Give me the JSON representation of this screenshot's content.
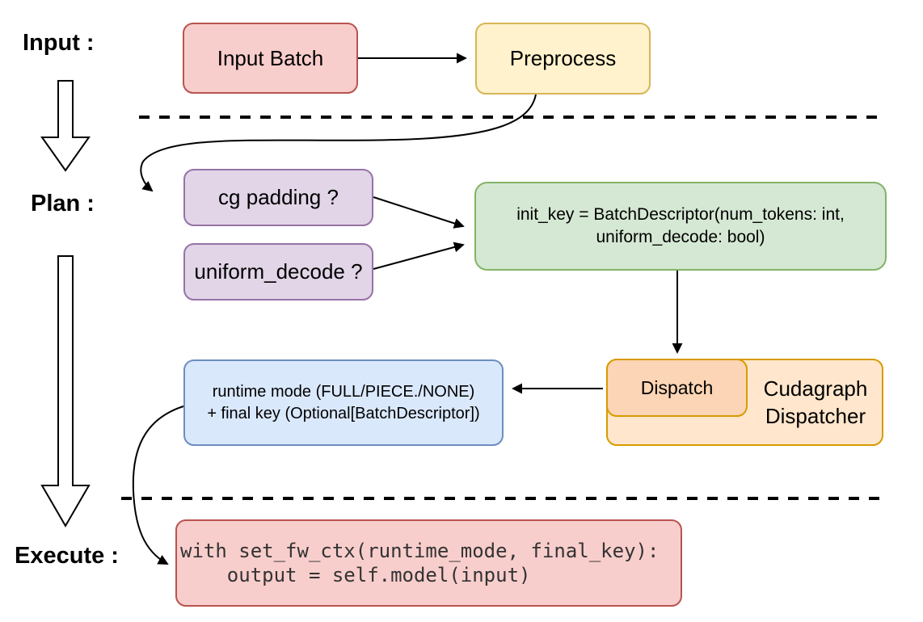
{
  "colors": {
    "background": "#ffffff",
    "connector": "#000000",
    "label_text": "#000000",
    "code_text": "#333333"
  },
  "stage_labels": {
    "input": "Input :",
    "plan": "Plan :",
    "execute": "Execute :"
  },
  "nodes": {
    "input_batch": {
      "label": "Input Batch",
      "fill": "#f8cecc",
      "border": "#b85450"
    },
    "preprocess": {
      "label": "Preprocess",
      "fill": "#fff2cc",
      "border": "#d6b656"
    },
    "cg_padding": {
      "label": "cg padding ?",
      "fill": "#e1d5e7",
      "border": "#9673a6"
    },
    "uniform_decode": {
      "label": "uniform_decode ?",
      "fill": "#e1d5e7",
      "border": "#9673a6"
    },
    "init_key": {
      "line1": "init_key = BatchDescriptor(num_tokens: int,",
      "line2": "uniform_decode: bool)",
      "fill": "#d5e8d4",
      "border": "#82b366"
    },
    "dispatch": {
      "label": "Dispatch",
      "fill": "#fbd5b5",
      "border": "#d79b00"
    },
    "cudagraph_dispatcher": {
      "label": "Cudagraph Dispatcher",
      "fill": "#ffe6cc",
      "border": "#d79b00"
    },
    "runtime_mode": {
      "line1": "runtime mode (FULL/PIECE./NONE)",
      "line2": "+ final key (Optional[BatchDescriptor])",
      "fill": "#dae8fc",
      "border": "#6c8ebf"
    },
    "execute_code": {
      "code": "with set_fw_ctx(runtime_mode, final_key):\n    output = self.model(input)",
      "fill": "#f8cecc",
      "border": "#b85450"
    }
  }
}
